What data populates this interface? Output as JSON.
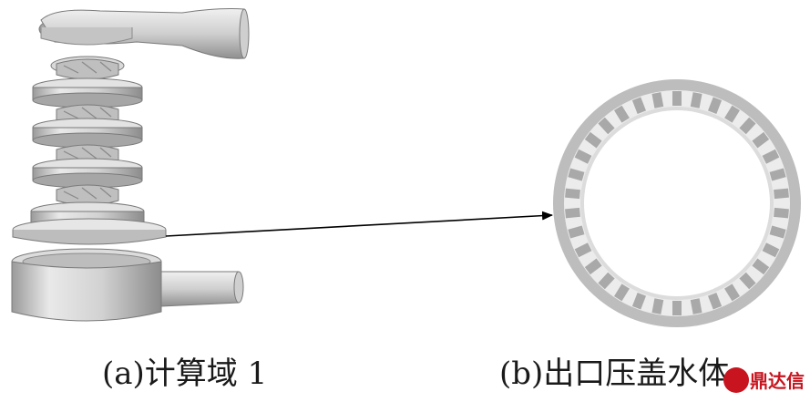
{
  "captions": {
    "a": "(a)计算域 1",
    "b": "(b)出口压盖水体"
  },
  "watermark": {
    "logo": "",
    "text": "鼎达信"
  },
  "colors": {
    "metal_light": "#e3e3e3",
    "metal_mid": "#b9b9b9",
    "metal_dark": "#7f7f7f",
    "ring": "#bdbdbd",
    "arrow": "#000000",
    "watermark": "#c8141e"
  },
  "ring": {
    "slot_count": 34
  }
}
